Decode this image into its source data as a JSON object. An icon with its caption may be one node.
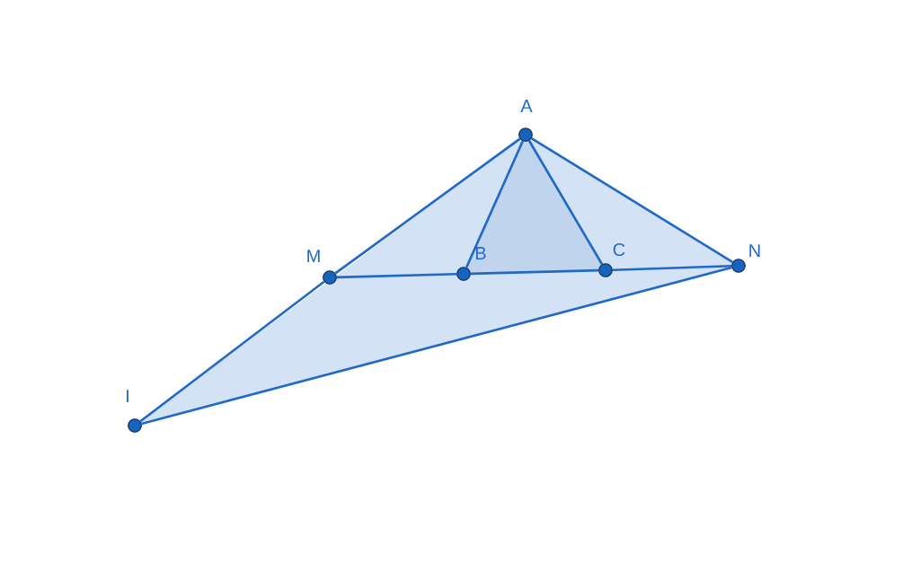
{
  "diagram": {
    "nodes": [
      {
        "text": [
          "A"
        ]
      },
      {
        "text": [
          "M"
        ]
      },
      {
        "text": [
          "B"
        ]
      },
      {
        "text": [
          "C"
        ]
      },
      {
        "text": [
          "N"
        ]
      },
      {
        "text": [
          "I"
        ]
      }
    ],
    "edges": [
      {
        "from": 0,
        "to": 1,
        "arrow": "none"
      },
      {
        "from": 0,
        "to": 4,
        "arrow": "none"
      },
      {
        "from": 0,
        "to": 2,
        "arrow": "none"
      },
      {
        "from": 0,
        "to": 3,
        "arrow": "none"
      },
      {
        "from": 1,
        "to": 2,
        "arrow": "none"
      },
      {
        "from": 2,
        "to": 3,
        "arrow": "none"
      },
      {
        "from": 3,
        "to": 4,
        "arrow": "none"
      },
      {
        "from": 5,
        "to": 1,
        "arrow": "none"
      },
      {
        "from": 5,
        "to": 4,
        "arrow": "none"
      }
    ]
  }
}
